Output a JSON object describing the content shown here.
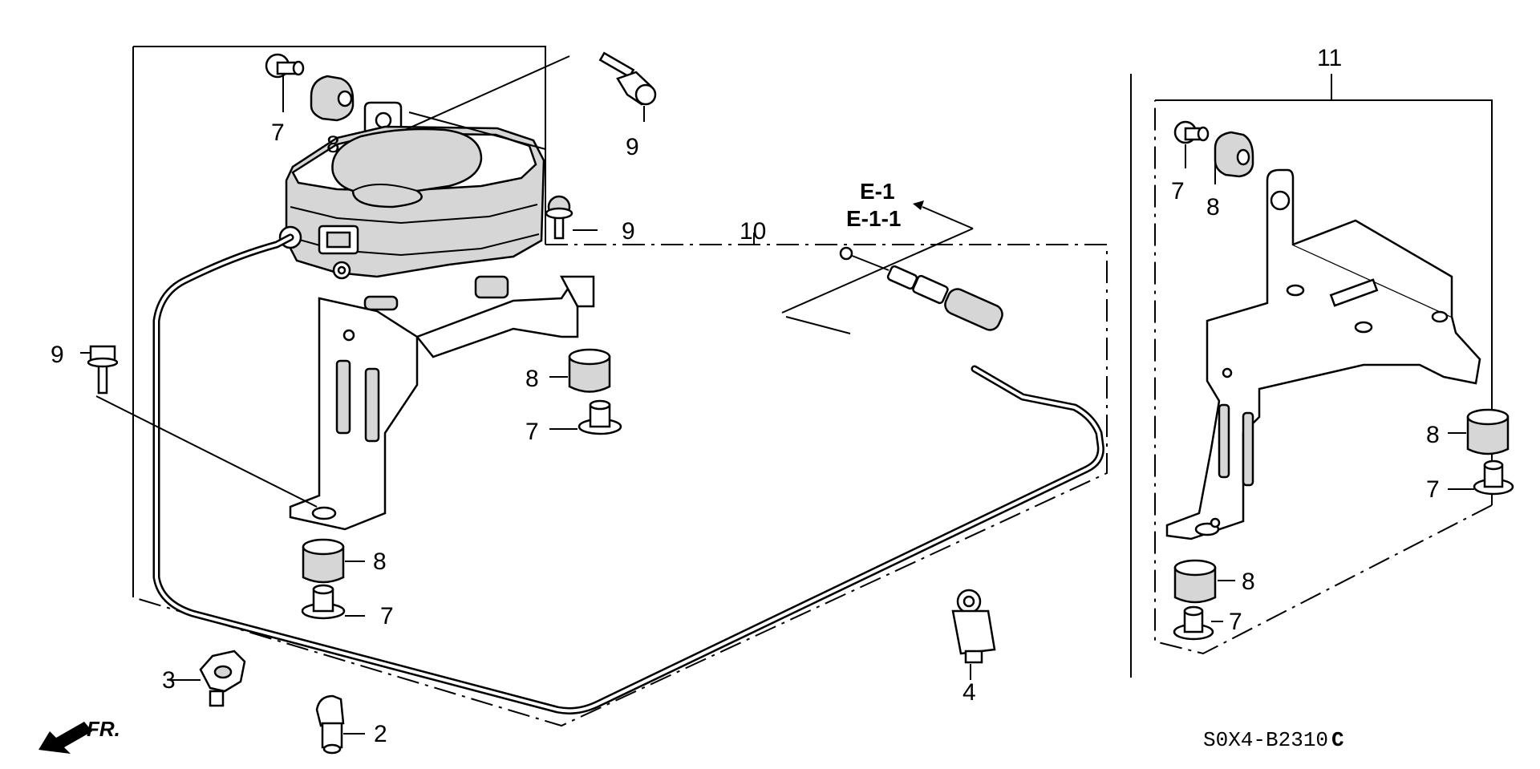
{
  "callouts": {
    "c7a": "7",
    "c8a": "8",
    "c9a": "9",
    "c9b": "9",
    "c9c": "9",
    "c10": "10",
    "c8b": "8",
    "c7b": "7",
    "c8c": "8",
    "c7c": "7",
    "c3": "3",
    "c2": "2",
    "c4": "4",
    "c11": "11",
    "c7d": "7",
    "c8d": "8",
    "c8e": "8",
    "c7e": "7",
    "c8f": "8",
    "c7f": "7"
  },
  "reference": {
    "line1": "E-1",
    "line2": "E-1-1"
  },
  "diagram_code": "S0X4-B2310",
  "diagram_code_suffix": "C",
  "front_label": "FR.",
  "icons": {
    "front_arrow": "front-direction-arrow-icon"
  }
}
